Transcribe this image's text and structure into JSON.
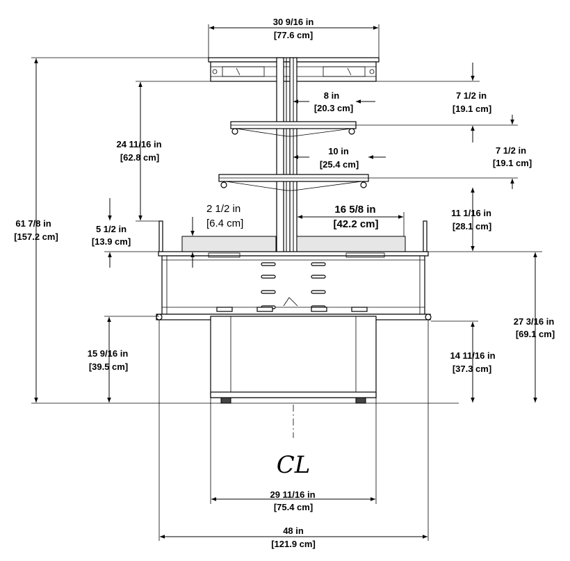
{
  "dimensions": {
    "top_width": {
      "imperial": "30 9/16 in",
      "metric": "[77.6 cm]"
    },
    "overall_height": {
      "imperial": "61 7/8 in",
      "metric": "[157.2 cm]"
    },
    "shelf1_depth": {
      "imperial": "8 in",
      "metric": "[20.3 cm]"
    },
    "shelf_spacing_1": {
      "imperial": "7 1/2 in",
      "metric": "[19.1 cm]"
    },
    "upper_height": {
      "imperial": "24 11/16 in",
      "metric": "[62.8 cm]"
    },
    "shelf2_depth": {
      "imperial": "10 in",
      "metric": "[25.4 cm]"
    },
    "shelf_spacing_2": {
      "imperial": "7 1/2 in",
      "metric": "[19.1 cm]"
    },
    "post_height": {
      "imperial": "5 1/2 in",
      "metric": "[13.9 cm]"
    },
    "bin_depth": {
      "imperial": "2 1/2 in",
      "metric": "[6.4 cm]"
    },
    "bin_width": {
      "imperial": "16 5/8 in",
      "metric": "[42.2 cm]"
    },
    "shelf3_clearance": {
      "imperial": "11 1/16 in",
      "metric": "[28.1 cm]"
    },
    "table_height": {
      "imperial": "27 3/16 in",
      "metric": "[69.1 cm]"
    },
    "base_height_left": {
      "imperial": "15 9/16 in",
      "metric": "[39.5 cm]"
    },
    "base_height_right": {
      "imperial": "14 11/16 in",
      "metric": "[37.3 cm]"
    },
    "base_width": {
      "imperial": "29 11/16 in",
      "metric": "[75.4 cm]"
    },
    "overall_width": {
      "imperial": "48 in",
      "metric": "[121.9 cm]"
    }
  },
  "centerline_symbol": "CL"
}
